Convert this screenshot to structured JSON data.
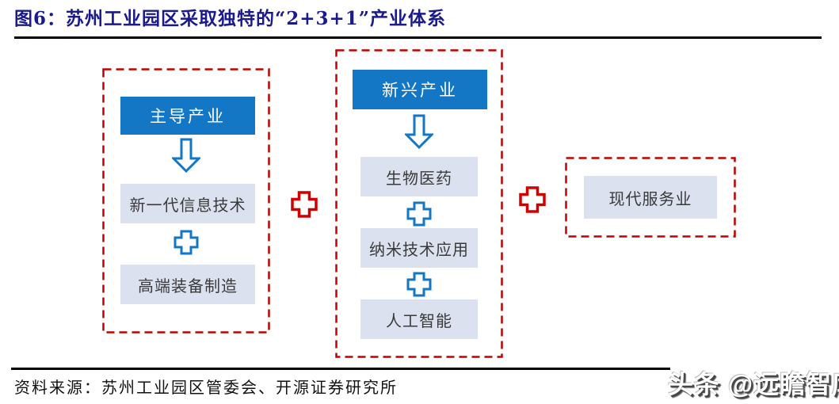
{
  "figure": {
    "title": "图6：苏州工业园区采取独特的“2+3+1”产业体系",
    "source": "资料来源：苏州工业园区管委会、开源证券研究所"
  },
  "diagram": {
    "dominant": {
      "header": "主导产业",
      "items": [
        "新一代信息技术",
        "高端装备制造"
      ]
    },
    "emerging": {
      "header": "新兴产业",
      "items": [
        "生物医药",
        "纳米技术应用",
        "人工智能"
      ]
    },
    "services": {
      "items": [
        "现代服务业"
      ]
    }
  },
  "icons": {
    "down_arrow": "down-arrow",
    "plus_blue": "plus",
    "plus_red": "plus"
  },
  "watermark": "头条 @远瞻智库",
  "colors": {
    "title_navy": "#1a1a8c",
    "dash_red": "#c00000",
    "plus_red": "#d00000",
    "header_blue": "#1377c6",
    "item_fill": "#dbe1ee",
    "item_text": "#3a3a3a"
  }
}
